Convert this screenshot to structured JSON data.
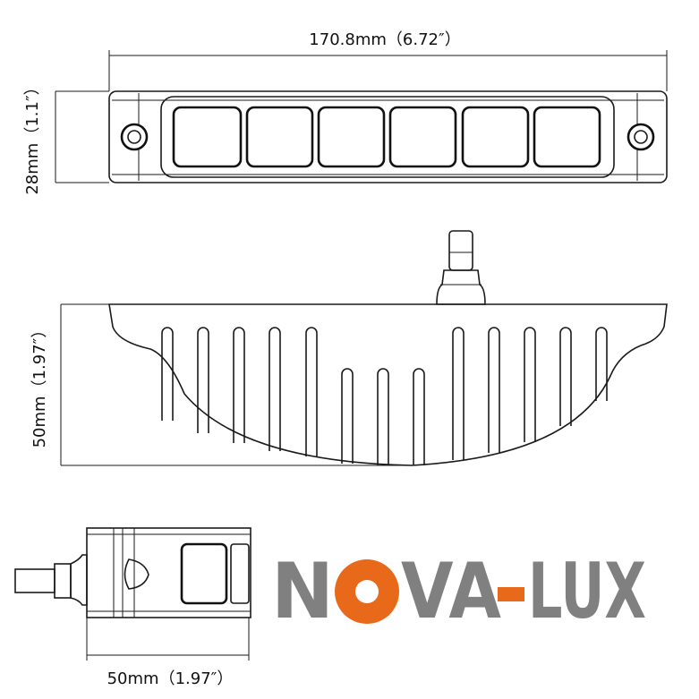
{
  "dimensions": {
    "length": "170.8mm（6.72″）",
    "top_height": "28mm（1.1″）",
    "side_height": "50mm（1.97″）",
    "depth": "50mm（1.97″）"
  },
  "logo": {
    "text": "NOVA-LUX",
    "gray": "#808080",
    "orange": "#e8691a"
  }
}
